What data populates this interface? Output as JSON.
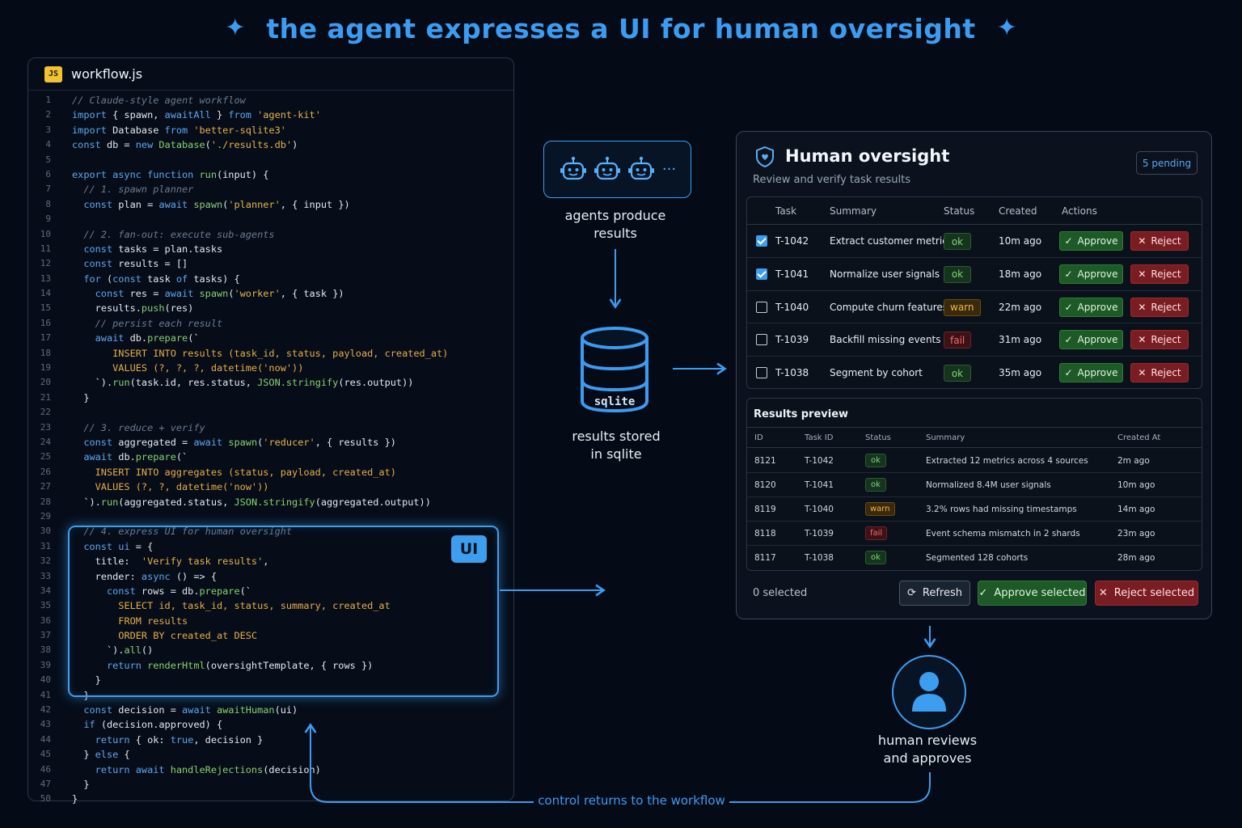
{
  "header": {
    "title": "the agent expresses a UI for human oversight",
    "spark_left": "✦",
    "spark_right": "✦"
  },
  "code_panel": {
    "badge": "JS",
    "file_name": "workflow.js",
    "ui_tag": "UI",
    "lines": [
      {
        "n": "1",
        "tokens": [
          [
            "c",
            "// Claude-style agent workflow"
          ]
        ]
      },
      {
        "n": "2",
        "tokens": [
          [
            "k",
            "import"
          ],
          [
            "p",
            " { spawn, "
          ],
          [
            "k",
            "awaitAll"
          ],
          [
            "p",
            " } "
          ],
          [
            "k",
            "from"
          ],
          [
            "s",
            " 'agent-kit'"
          ]
        ]
      },
      {
        "n": "3",
        "tokens": [
          [
            "k",
            "import"
          ],
          [
            "p",
            " Database "
          ],
          [
            "k",
            "from"
          ],
          [
            "s",
            " 'better-sqlite3'"
          ]
        ]
      },
      {
        "n": "4",
        "tokens": [
          [
            "k",
            "const"
          ],
          [
            "p",
            " db = "
          ],
          [
            "k",
            "new"
          ],
          [
            "f",
            " Database"
          ],
          [
            "p",
            "("
          ],
          [
            "s",
            "'./results.db'"
          ],
          [
            "p",
            ")"
          ]
        ]
      },
      {
        "n": "5",
        "tokens": []
      },
      {
        "n": "6",
        "tokens": [
          [
            "k",
            "export async function"
          ],
          [
            "f",
            " run"
          ],
          [
            "p",
            "(input) {"
          ]
        ]
      },
      {
        "n": "7",
        "tokens": [
          [
            "p",
            "  "
          ],
          [
            "c",
            "// 1. spawn planner"
          ]
        ]
      },
      {
        "n": "8",
        "tokens": [
          [
            "p",
            "  "
          ],
          [
            "k",
            "const"
          ],
          [
            "p",
            " plan = "
          ],
          [
            "k",
            "await"
          ],
          [
            "f",
            " spawn"
          ],
          [
            "p",
            "("
          ],
          [
            "s",
            "'planner'"
          ],
          [
            "p",
            ", { input })"
          ]
        ]
      },
      {
        "n": "9",
        "tokens": []
      },
      {
        "n": "10",
        "tokens": [
          [
            "p",
            "  "
          ],
          [
            "c",
            "// 2. fan-out: execute sub-agents"
          ]
        ]
      },
      {
        "n": "11",
        "tokens": [
          [
            "p",
            "  "
          ],
          [
            "k",
            "const"
          ],
          [
            "p",
            " tasks = plan.tasks"
          ]
        ]
      },
      {
        "n": "12",
        "tokens": [
          [
            "p",
            "  "
          ],
          [
            "k",
            "const"
          ],
          [
            "p",
            " results = []"
          ]
        ]
      },
      {
        "n": "13",
        "tokens": [
          [
            "p",
            "  "
          ],
          [
            "k",
            "for"
          ],
          [
            "p",
            " ("
          ],
          [
            "k",
            "const"
          ],
          [
            "p",
            " task "
          ],
          [
            "k",
            "of"
          ],
          [
            "p",
            " tasks) {"
          ]
        ]
      },
      {
        "n": "14",
        "tokens": [
          [
            "p",
            "    "
          ],
          [
            "k",
            "const"
          ],
          [
            "p",
            " res = "
          ],
          [
            "k",
            "await"
          ],
          [
            "f",
            " spawn"
          ],
          [
            "p",
            "("
          ],
          [
            "s",
            "'worker'"
          ],
          [
            "p",
            ", { task })"
          ]
        ]
      },
      {
        "n": "15",
        "tokens": [
          [
            "p",
            "    results."
          ],
          [
            "f",
            "push"
          ],
          [
            "p",
            "(res)"
          ]
        ]
      },
      {
        "n": "16",
        "tokens": [
          [
            "p",
            "    "
          ],
          [
            "c",
            "// persist each result"
          ]
        ]
      },
      {
        "n": "17",
        "tokens": [
          [
            "p",
            "    "
          ],
          [
            "k",
            "await"
          ],
          [
            "p",
            " db."
          ],
          [
            "f",
            "prepare"
          ],
          [
            "p",
            "(`"
          ]
        ]
      },
      {
        "n": "18",
        "tokens": [
          [
            "p",
            "       "
          ],
          [
            "q",
            "INSERT INTO results (task_id, status, payload, created_at)"
          ]
        ]
      },
      {
        "n": "19",
        "tokens": [
          [
            "p",
            "       "
          ],
          [
            "q",
            "VALUES (?, ?, ?, datetime('now'))"
          ]
        ]
      },
      {
        "n": "20",
        "tokens": [
          [
            "p",
            "    `)."
          ],
          [
            "f",
            "run"
          ],
          [
            "p",
            "(task.id, res.status, "
          ],
          [
            "f",
            "JSON.stringify"
          ],
          [
            "p",
            "(res.output))"
          ]
        ]
      },
      {
        "n": "21",
        "tokens": [
          [
            "p",
            "  }"
          ]
        ]
      },
      {
        "n": "22",
        "tokens": []
      },
      {
        "n": "23",
        "tokens": [
          [
            "p",
            "  "
          ],
          [
            "c",
            "// 3. reduce + verify"
          ]
        ]
      },
      {
        "n": "24",
        "tokens": [
          [
            "p",
            "  "
          ],
          [
            "k",
            "const"
          ],
          [
            "p",
            " aggregated = "
          ],
          [
            "k",
            "await"
          ],
          [
            "f",
            " spawn"
          ],
          [
            "p",
            "("
          ],
          [
            "s",
            "'reducer'"
          ],
          [
            "p",
            ", { results })"
          ]
        ]
      },
      {
        "n": "25",
        "tokens": [
          [
            "p",
            "  "
          ],
          [
            "k",
            "await"
          ],
          [
            "p",
            " db."
          ],
          [
            "f",
            "prepare"
          ],
          [
            "p",
            "(`"
          ]
        ]
      },
      {
        "n": "26",
        "tokens": [
          [
            "p",
            "    "
          ],
          [
            "q",
            "INSERT INTO aggregates (status, payload, created_at)"
          ]
        ]
      },
      {
        "n": "27",
        "tokens": [
          [
            "p",
            "    "
          ],
          [
            "q",
            "VALUES (?, ?, datetime('now'))"
          ]
        ]
      },
      {
        "n": "28",
        "tokens": [
          [
            "p",
            "  `)."
          ],
          [
            "f",
            "run"
          ],
          [
            "p",
            "(aggregated.status, "
          ],
          [
            "f",
            "JSON.stringify"
          ],
          [
            "p",
            "(aggregated.output))"
          ]
        ]
      },
      {
        "n": "29",
        "tokens": []
      },
      {
        "n": "30",
        "tokens": [
          [
            "p",
            "  "
          ],
          [
            "c",
            "// 4. express UI for human oversight"
          ]
        ]
      },
      {
        "n": "31",
        "tokens": [
          [
            "p",
            "  "
          ],
          [
            "k",
            "const"
          ],
          [
            "p",
            " "
          ],
          [
            "k",
            "ui"
          ],
          [
            "p",
            " = {"
          ]
        ]
      },
      {
        "n": "32",
        "tokens": [
          [
            "p",
            "    title: "
          ],
          [
            "s",
            " 'Verify task results'"
          ],
          [
            "p",
            ","
          ]
        ]
      },
      {
        "n": "33",
        "tokens": [
          [
            "p",
            "    render: "
          ],
          [
            "k",
            "async"
          ],
          [
            "p",
            " () => {"
          ]
        ]
      },
      {
        "n": "34",
        "tokens": [
          [
            "p",
            "      "
          ],
          [
            "k",
            "const"
          ],
          [
            "p",
            " rows = db."
          ],
          [
            "f",
            "prepare"
          ],
          [
            "p",
            "(`"
          ]
        ]
      },
      {
        "n": "35",
        "tokens": [
          [
            "p",
            "        "
          ],
          [
            "q",
            "SELECT id, task_id, status, summary, created_at"
          ]
        ]
      },
      {
        "n": "36",
        "tokens": [
          [
            "p",
            "        "
          ],
          [
            "q",
            "FROM results"
          ]
        ]
      },
      {
        "n": "37",
        "tokens": [
          [
            "p",
            "        "
          ],
          [
            "q",
            "ORDER BY created_at DESC"
          ]
        ]
      },
      {
        "n": "38",
        "tokens": [
          [
            "p",
            "      `)."
          ],
          [
            "f",
            "all"
          ],
          [
            "p",
            "()"
          ]
        ]
      },
      {
        "n": "39",
        "tokens": [
          [
            "p",
            "      "
          ],
          [
            "k",
            "return"
          ],
          [
            "f",
            " renderHtml"
          ],
          [
            "p",
            "(oversightTemplate, { rows })"
          ]
        ]
      },
      {
        "n": "40",
        "tokens": [
          [
            "p",
            "    }"
          ]
        ]
      },
      {
        "n": "41",
        "tokens": [
          [
            "p",
            "  }"
          ]
        ]
      },
      {
        "n": "42",
        "tokens": [
          [
            "p",
            "  "
          ],
          [
            "k",
            "const"
          ],
          [
            "p",
            " decision = "
          ],
          [
            "k",
            "await"
          ],
          [
            "f",
            " awaitHuman"
          ],
          [
            "p",
            "(ui)"
          ]
        ]
      },
      {
        "n": "43",
        "tokens": [
          [
            "p",
            "  "
          ],
          [
            "k",
            "if"
          ],
          [
            "p",
            " (decision.approved) {"
          ]
        ]
      },
      {
        "n": "44",
        "tokens": [
          [
            "p",
            "    "
          ],
          [
            "k",
            "return"
          ],
          [
            "p",
            " { ok: "
          ],
          [
            "k",
            "true"
          ],
          [
            "p",
            ", decision }"
          ]
        ]
      },
      {
        "n": "45",
        "tokens": [
          [
            "p",
            "  } "
          ],
          [
            "k",
            "else"
          ],
          [
            "p",
            " {"
          ]
        ]
      },
      {
        "n": "46",
        "tokens": [
          [
            "p",
            "    "
          ],
          [
            "k",
            "return await"
          ],
          [
            "f",
            " handleRejections"
          ],
          [
            "p",
            "(decision)"
          ]
        ]
      },
      {
        "n": "47",
        "tokens": [
          [
            "p",
            "  }"
          ]
        ]
      },
      {
        "n": "50",
        "tokens": [
          [
            "p",
            "}"
          ]
        ]
      }
    ]
  },
  "flow": {
    "agents_caption": [
      "agents produce",
      "results"
    ],
    "agents_more": "···",
    "db_label": "sqlite",
    "db_caption": [
      "results stored",
      "in sqlite"
    ],
    "human_caption": [
      "human reviews",
      "and approves"
    ],
    "return_label": "control returns to the workflow"
  },
  "oversight": {
    "title": "Human oversight",
    "subtitle": "Review and verify task results",
    "pending": "5 pending",
    "columns": [
      "Task",
      "Summary",
      "Status",
      "Created",
      "Actions"
    ],
    "approve_label": "Approve",
    "reject_label": "Reject",
    "tasks": [
      {
        "checked": true,
        "id": "T-1042",
        "summary": "Extract customer metrics",
        "status": "ok",
        "created": "10m ago"
      },
      {
        "checked": true,
        "id": "T-1041",
        "summary": "Normalize user signals",
        "status": "ok",
        "created": "18m ago"
      },
      {
        "checked": false,
        "id": "T-1040",
        "summary": "Compute churn features",
        "status": "warn",
        "created": "22m ago"
      },
      {
        "checked": false,
        "id": "T-1039",
        "summary": "Backfill missing events",
        "status": "fail",
        "created": "31m ago"
      },
      {
        "checked": false,
        "id": "T-1038",
        "summary": "Segment by cohort",
        "status": "ok",
        "created": "35m ago"
      }
    ],
    "preview": {
      "title": "Results preview",
      "columns": [
        "ID",
        "Task ID",
        "Status",
        "Summary",
        "Created At"
      ],
      "rows": [
        {
          "id": "8121",
          "task": "T-1042",
          "status": "ok",
          "summary": "Extracted 12 metrics across 4 sources",
          "created": "2m ago"
        },
        {
          "id": "8120",
          "task": "T-1041",
          "status": "ok",
          "summary": "Normalized 8.4M user signals",
          "created": "10m ago"
        },
        {
          "id": "8119",
          "task": "T-1040",
          "status": "warn",
          "summary": "3.2% rows had missing timestamps",
          "created": "14m ago"
        },
        {
          "id": "8118",
          "task": "T-1039",
          "status": "fail",
          "summary": "Event schema mismatch in 2 shards",
          "created": "23m ago"
        },
        {
          "id": "8117",
          "task": "T-1038",
          "status": "ok",
          "summary": "Segmented 128 cohorts",
          "created": "28m ago"
        }
      ]
    },
    "selected": "0 selected",
    "refresh_label": "Refresh",
    "approve_selected_label": "Approve selected",
    "reject_selected_label": "Reject selected"
  },
  "colors": {
    "accent": "#3b9cf2",
    "ok": "#7fd67c",
    "warn": "#f0b64a",
    "fail": "#f06b72"
  }
}
